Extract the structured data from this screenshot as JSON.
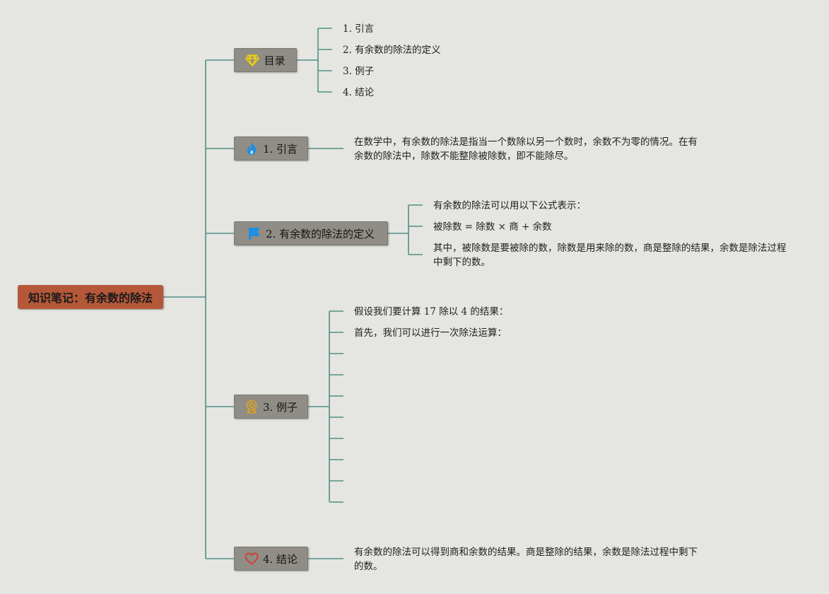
{
  "root": {
    "label": "知识笔记：有余数的除法"
  },
  "topics": [
    {
      "label": "目录",
      "icon": "diamond-icon",
      "icon_color": "#f2d20a",
      "children": [
        "1. 引言",
        "2. 有余数的除法的定义",
        "3. 例子",
        "4. 结论"
      ]
    },
    {
      "label": "1. 引言",
      "icon": "flame-icon",
      "icon_color": "#1e8fe0",
      "children": [
        "在数学中，有余数的除法是指当一个数除以另一个数时，余数不为零的情况。在有余数的除法中，除数不能整除被除数，即不能除尽。"
      ]
    },
    {
      "label": "2. 有余数的除法的定义",
      "icon": "flag-icon",
      "icon_color": "#1e8fe0",
      "children": [
        "有余数的除法可以用以下公式表示：",
        "被除数 = 除数 × 商 + 余数",
        "其中，被除数是要被除的数，除数是用来除的数，商是整除的结果，余数是除法过程中剩下的数。"
      ]
    },
    {
      "label": "3. 例子",
      "icon": "award-icon",
      "icon_color": "#e8a317",
      "children": [
        "假设我们要计算 17 除以 4 的结果：",
        "首先，我们可以进行一次除法运算：",
        "",
        "",
        "",
        "",
        "",
        "",
        "",
        ""
      ]
    },
    {
      "label": "4. 结论",
      "icon": "heart-icon",
      "icon_color": "#d9362b",
      "children": [
        "有余数的除法可以得到商和余数的结果。商是整除的结果，余数是除法过程中剩下的数。"
      ]
    }
  ]
}
